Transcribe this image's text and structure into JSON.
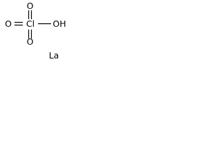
{
  "molecule": {
    "atoms": {
      "chlorine": "Cl",
      "oxygen_top": "O",
      "oxygen_left": "O",
      "oxygen_bottom": "O",
      "hydroxyl": "OH"
    },
    "counter_ion": "La"
  },
  "colors": {
    "ink": "#000000",
    "background": "#ffffff"
  }
}
